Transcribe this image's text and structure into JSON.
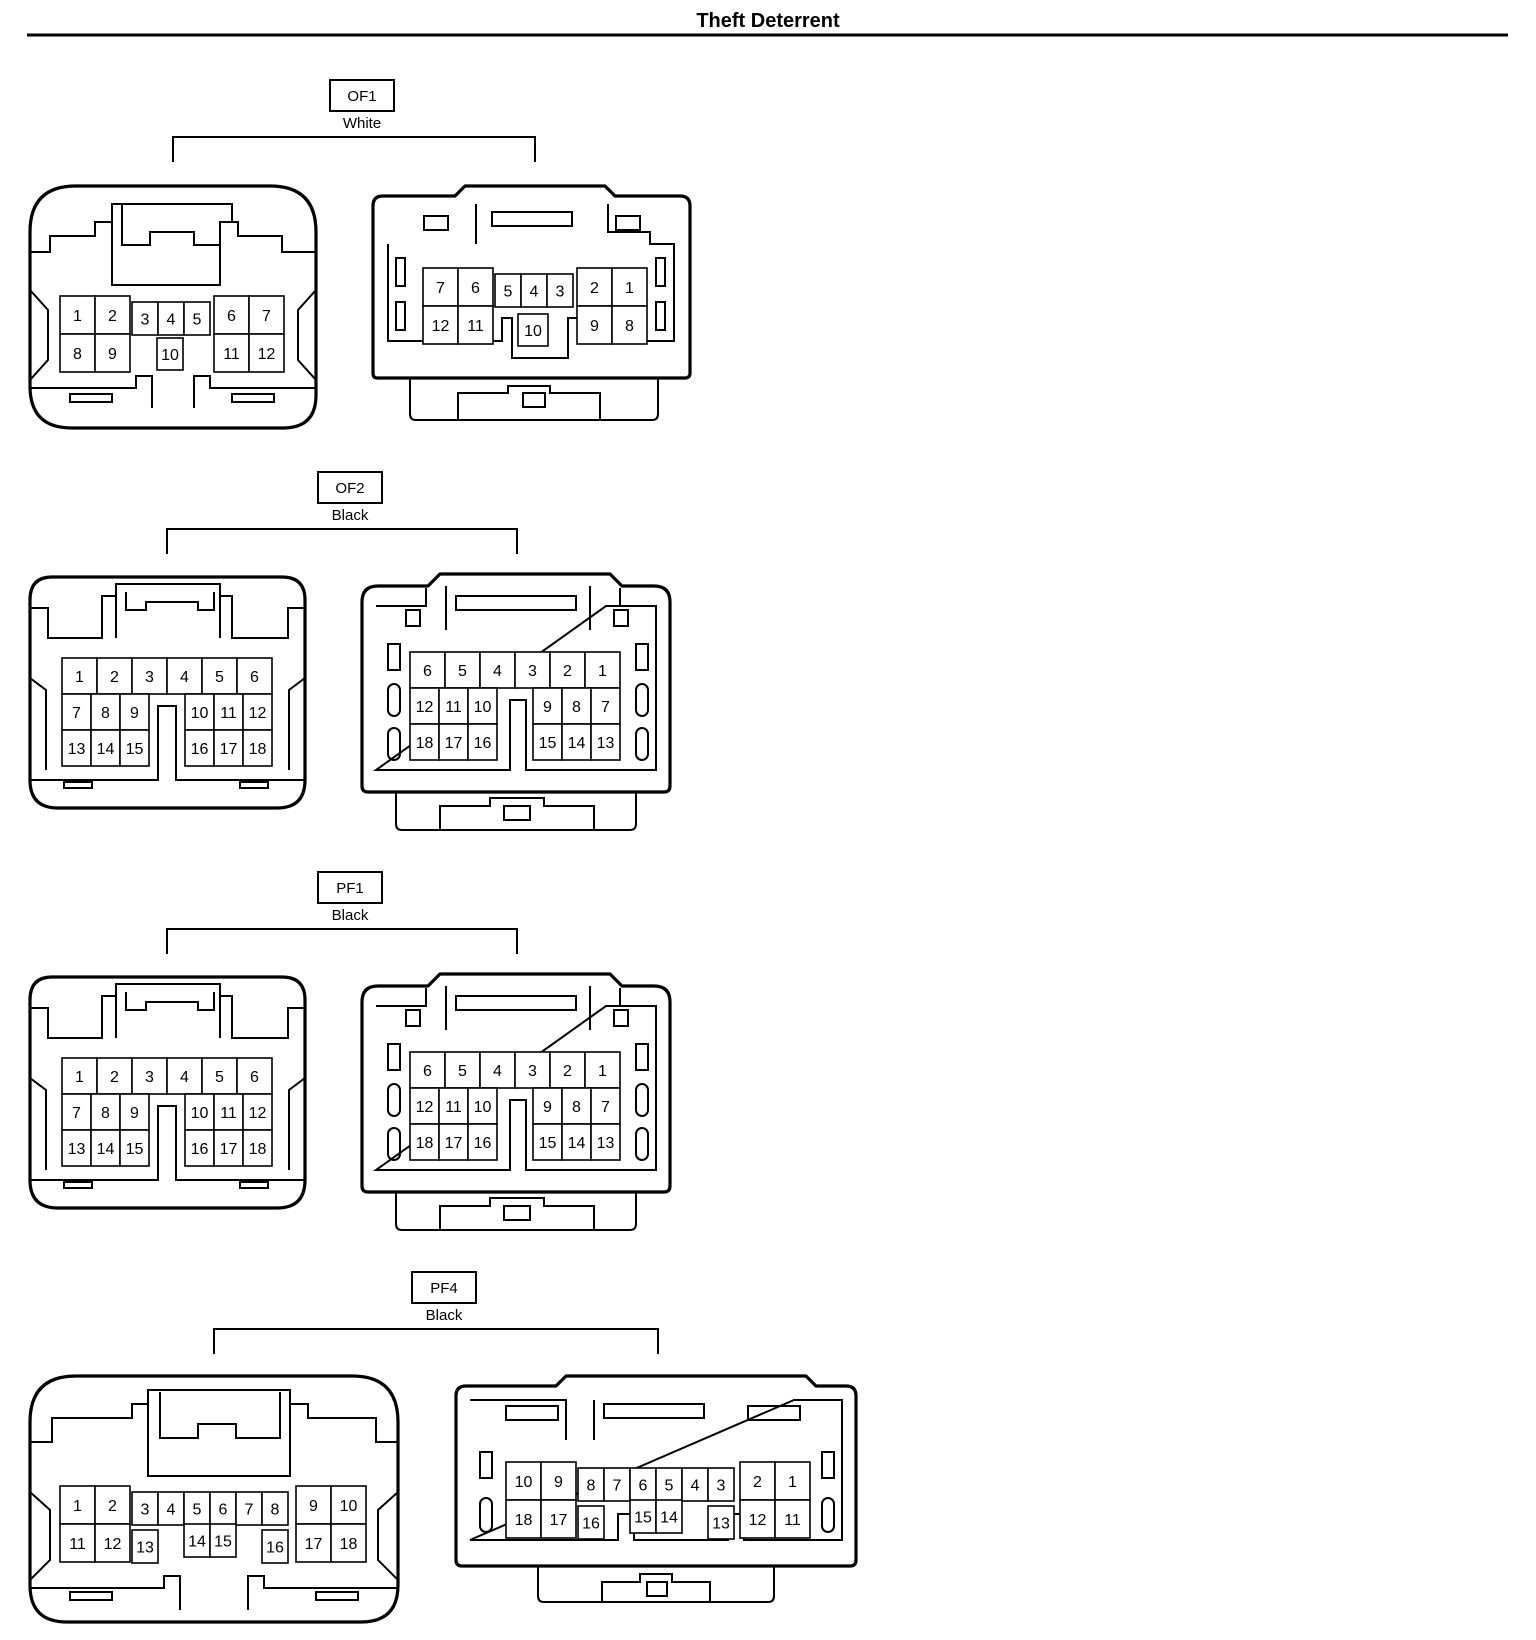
{
  "header": {
    "title": "Theft Deterrent"
  },
  "connectors": [
    {
      "code": "OF1",
      "color": "White",
      "left_pins": [
        [
          "1",
          "2",
          "3",
          "4",
          "5",
          "6",
          "7"
        ],
        [
          "8",
          "9",
          "10",
          "11",
          "12"
        ]
      ],
      "right_pins": [
        [
          "7",
          "6",
          "5",
          "4",
          "3",
          "2",
          "1"
        ],
        [
          "12",
          "11",
          "10",
          "9",
          "8"
        ]
      ]
    },
    {
      "code": "OF2",
      "color": "Black",
      "left_pins": [
        [
          "1",
          "2",
          "3",
          "4",
          "5",
          "6"
        ],
        [
          "7",
          "8",
          "9",
          "10",
          "11",
          "12"
        ],
        [
          "13",
          "14",
          "15",
          "16",
          "17",
          "18"
        ]
      ],
      "right_pins": [
        [
          "6",
          "5",
          "4",
          "3",
          "2",
          "1"
        ],
        [
          "12",
          "11",
          "10",
          "9",
          "8",
          "7"
        ],
        [
          "18",
          "17",
          "16",
          "15",
          "14",
          "13"
        ]
      ]
    },
    {
      "code": "PF1",
      "color": "Black",
      "left_pins": [
        [
          "1",
          "2",
          "3",
          "4",
          "5",
          "6"
        ],
        [
          "7",
          "8",
          "9",
          "10",
          "11",
          "12"
        ],
        [
          "13",
          "14",
          "15",
          "16",
          "17",
          "18"
        ]
      ],
      "right_pins": [
        [
          "6",
          "5",
          "4",
          "3",
          "2",
          "1"
        ],
        [
          "12",
          "11",
          "10",
          "9",
          "8",
          "7"
        ],
        [
          "18",
          "17",
          "16",
          "15",
          "14",
          "13"
        ]
      ]
    },
    {
      "code": "PF4",
      "color": "Black",
      "left_pins": [
        [
          "1",
          "2",
          "3",
          "4",
          "5",
          "6",
          "7",
          "8",
          "9",
          "10"
        ],
        [
          "11",
          "12",
          "13",
          "14",
          "15",
          "16",
          "17",
          "18"
        ]
      ],
      "right_pins": [
        [
          "10",
          "9",
          "8",
          "7",
          "6",
          "5",
          "4",
          "3",
          "2",
          "1"
        ],
        [
          "18",
          "17",
          "16",
          "15",
          "14",
          "13",
          "12",
          "11"
        ]
      ]
    }
  ]
}
